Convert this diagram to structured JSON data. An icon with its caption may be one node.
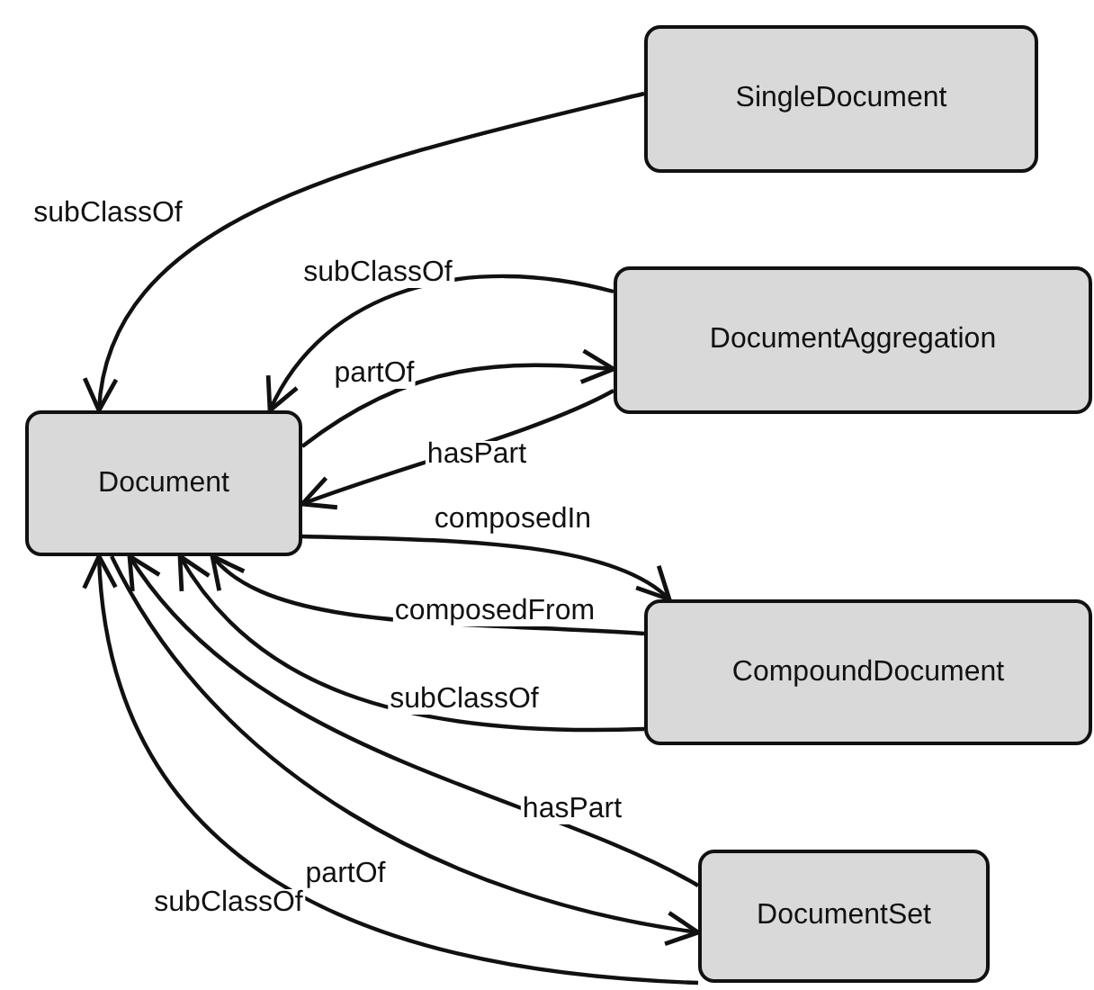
{
  "diagram": {
    "nodes": [
      {
        "text": [
          "SingleDocument"
        ]
      },
      {
        "text": [
          "DocumentAggregation"
        ]
      },
      {
        "text": [
          "Document"
        ]
      },
      {
        "text": [
          "CompoundDocument"
        ]
      },
      {
        "text": [
          "DocumentSet"
        ]
      }
    ],
    "edges": [
      {
        "from": 0,
        "to": 2,
        "arrow": "to",
        "label": "subClassOf"
      },
      {
        "from": 1,
        "to": 2,
        "arrow": "to",
        "label": "subClassOf"
      },
      {
        "from": 2,
        "to": 1,
        "arrow": "to",
        "label": "partOf"
      },
      {
        "from": 1,
        "to": 2,
        "arrow": "to",
        "label": "hasPart"
      },
      {
        "from": 2,
        "to": 3,
        "arrow": "to",
        "label": "composedIn"
      },
      {
        "from": 3,
        "to": 2,
        "arrow": "to",
        "label": "composedFrom"
      },
      {
        "from": 3,
        "to": 2,
        "arrow": "to",
        "label": "subClassOf"
      },
      {
        "from": 4,
        "to": 2,
        "arrow": "to",
        "label": "hasPart"
      },
      {
        "from": 2,
        "to": 4,
        "arrow": "to",
        "label": "partOf"
      },
      {
        "from": 4,
        "to": 2,
        "arrow": "to",
        "label": "subClassOf"
      }
    ]
  }
}
